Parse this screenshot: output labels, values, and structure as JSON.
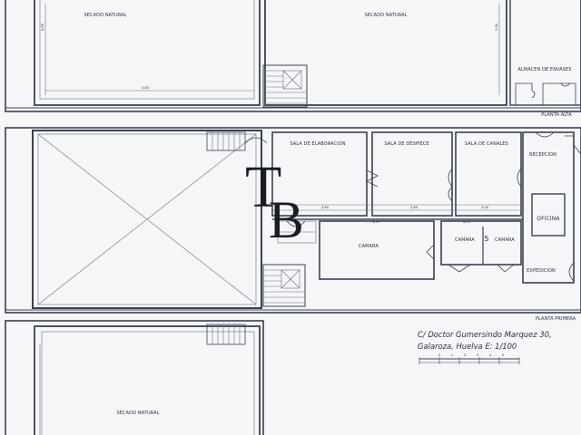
{
  "labels": {
    "secado_top_left": "SECADO NATURAL",
    "secado_top_middle": "SECADO NATURAL",
    "almacen": "ALMACEN DE ENVASES",
    "planta_alta": "PLANTA ALTA",
    "sala_elaboracion": "SALA DE ELABORACION",
    "sala_despiece": "SALA DE DESPIECE",
    "sala_canales": "SALA DE CANALES",
    "recepcion": "RECEPCION",
    "oficina": "OFICINA",
    "camara_main": "CAMARA",
    "camara_1": "CAMARA",
    "camara_2": "CAMARA",
    "camara_number": "5",
    "expedicion": "EXPEDICION",
    "planta_primera": "PLANTA PRIMERA",
    "secado_bottom": "SECADO NATURAL"
  },
  "dimensions": {
    "d1": "5,80",
    "d2": "5,85",
    "d3": "3,94",
    "d4": "3,80",
    "d5": "2,80",
    "d6": "3,00",
    "d7": "3,50",
    "d8": "6,05"
  },
  "address": {
    "line1": "C/ Doctor Gumersindo Marquez 30,",
    "line2": "Galaroza, Huelva E: 1/100"
  },
  "scale_bar": {
    "ticks": [
      "0",
      "1",
      "2",
      "3",
      "4",
      "5"
    ]
  },
  "logo": {
    "letter1": "T",
    "letter2": "B"
  }
}
